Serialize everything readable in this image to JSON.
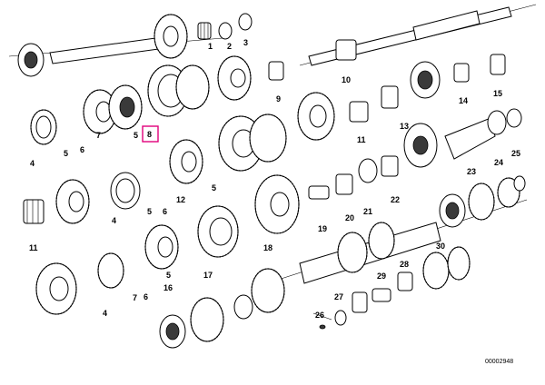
{
  "diagram": {
    "reference_number": "00002948",
    "highlight_color": "#e0007a",
    "labels": [
      {
        "id": "l1",
        "text": "1"
      },
      {
        "id": "l2",
        "text": "2"
      },
      {
        "id": "l3",
        "text": "3"
      },
      {
        "id": "l4a",
        "text": "4"
      },
      {
        "id": "l4b",
        "text": "4"
      },
      {
        "id": "l5a",
        "text": "5"
      },
      {
        "id": "l5b",
        "text": "5"
      },
      {
        "id": "l5c",
        "text": "5"
      },
      {
        "id": "l5d",
        "text": "5"
      },
      {
        "id": "l5e",
        "text": "5"
      },
      {
        "id": "l6a",
        "text": "6"
      },
      {
        "id": "l6b",
        "text": "6"
      },
      {
        "id": "l6c",
        "text": "6"
      },
      {
        "id": "l7a",
        "text": "7"
      },
      {
        "id": "l7b",
        "text": "7"
      },
      {
        "id": "l8",
        "text": "8"
      },
      {
        "id": "l9",
        "text": "9"
      },
      {
        "id": "l10",
        "text": "10"
      },
      {
        "id": "l11a",
        "text": "11"
      },
      {
        "id": "l11b",
        "text": "11"
      },
      {
        "id": "l12",
        "text": "12"
      },
      {
        "id": "l13",
        "text": "13"
      },
      {
        "id": "l14",
        "text": "14"
      },
      {
        "id": "l15",
        "text": "15"
      },
      {
        "id": "l16",
        "text": "16"
      },
      {
        "id": "l17",
        "text": "17"
      },
      {
        "id": "l18",
        "text": "18"
      },
      {
        "id": "l19",
        "text": "19"
      },
      {
        "id": "l20",
        "text": "20"
      },
      {
        "id": "l21",
        "text": "21"
      },
      {
        "id": "l22",
        "text": "22"
      },
      {
        "id": "l23",
        "text": "23"
      },
      {
        "id": "l24",
        "text": "24"
      },
      {
        "id": "l25",
        "text": "25"
      },
      {
        "id": "l26",
        "text": "26"
      },
      {
        "id": "l27",
        "text": "27"
      },
      {
        "id": "l28",
        "text": "28"
      },
      {
        "id": "l29",
        "text": "29"
      },
      {
        "id": "l30",
        "text": "30"
      },
      {
        "id": "l4c",
        "text": "4"
      }
    ]
  }
}
